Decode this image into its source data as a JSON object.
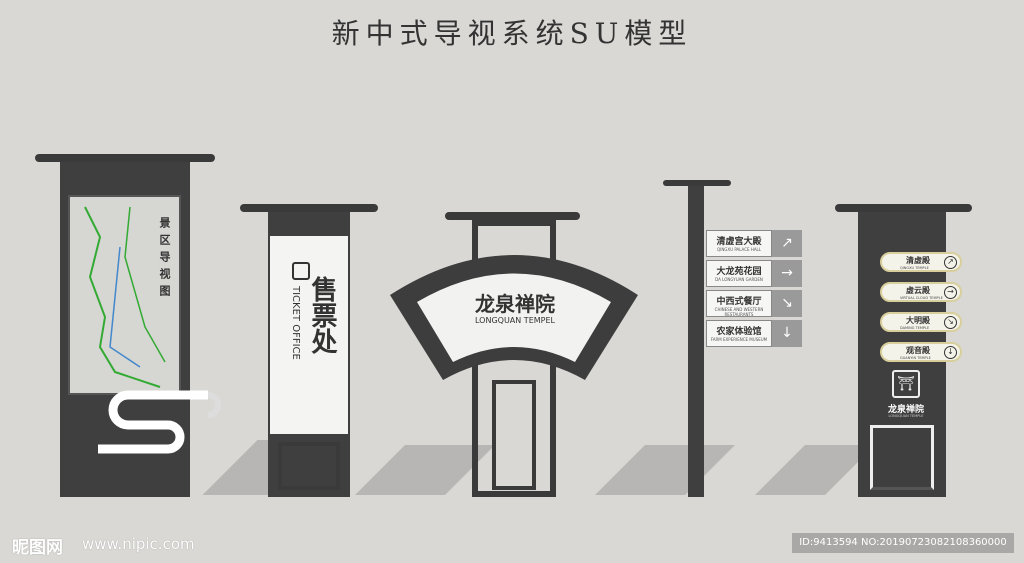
{
  "title": "新中式导视系统SU模型",
  "map_sign": {
    "heading": "景区导视图"
  },
  "ticket_sign": {
    "cn": "售票处",
    "en": "TICKET OFFICE"
  },
  "gate_sign": {
    "cn": "龙泉禅院",
    "en": "LONGQUAN TEMPEL"
  },
  "direction_sign": {
    "items": [
      {
        "cn": "清虚宫大殿",
        "en": "QINGXU PALACE HALL",
        "arrow": "↗"
      },
      {
        "cn": "大龙苑花园",
        "en": "DA LONGYUAN GARDEN",
        "arrow": "→"
      },
      {
        "cn": "中西式餐厅",
        "en": "CHINESE AND WESTERN RESTAURANTS",
        "arrow": "↘"
      },
      {
        "cn": "农家体验馆",
        "en": "FARM EXPERIENCE MUSEUM",
        "arrow": "↓"
      }
    ]
  },
  "temple_sign": {
    "items": [
      {
        "cn": "清虚殿",
        "en": "QINGXU TEMPLE",
        "arrow": "↗"
      },
      {
        "cn": "虚云殿",
        "en": "VIRTUAL CLOUD TEMPLE",
        "arrow": "→"
      },
      {
        "cn": "大明殿",
        "en": "DAMING TEMPLE",
        "arrow": "↘"
      },
      {
        "cn": "观音殿",
        "en": "GUANYIN TEMPLE",
        "arrow": "↓"
      }
    ],
    "logo_cn": "龙泉禅院",
    "logo_en": "LONGQUAN TEMPLE"
  },
  "watermark": {
    "logo": "昵图网",
    "url": "www.nipic.com",
    "id": "ID:9413594 NO:20190723082108360000"
  }
}
